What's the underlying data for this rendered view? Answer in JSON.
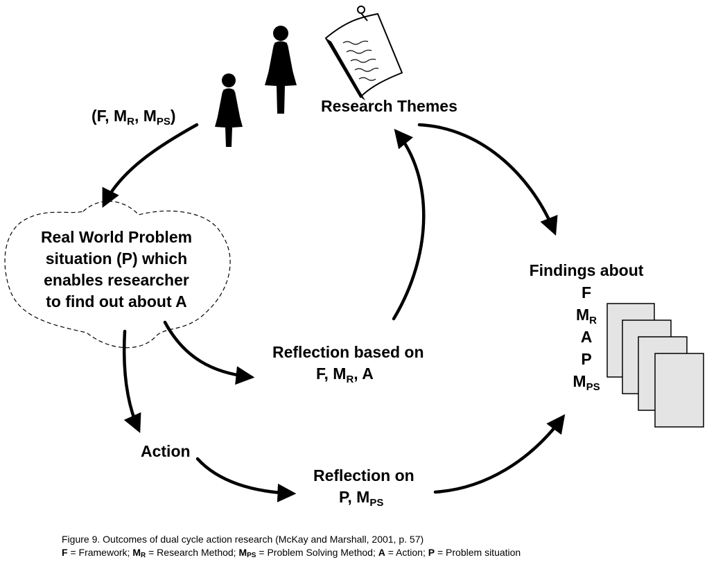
{
  "nodes": {
    "research_themes": "Research Themes",
    "inputs": {
      "open": "(F, M",
      "r": "R",
      "sep": ", M",
      "ps": "PS",
      "close": ")"
    },
    "problem_situation": [
      "Real World Problem",
      "situation (P) which",
      "enables researcher",
      "to find out about A"
    ],
    "action": "Action",
    "reflection_fma": {
      "line1": "Reflection based on",
      "f": "F, M",
      "r": "R",
      "a": ", A"
    },
    "reflection_p": {
      "line1": "Reflection on",
      "p": "P, M",
      "ps": "PS"
    },
    "findings": {
      "title": "Findings about",
      "f": "F",
      "m": "M",
      "r": "R",
      "a": "A",
      "p": "P",
      "mps": "M",
      "ps": "PS"
    }
  },
  "icons": [
    "female-figure-icon",
    "female-figure-icon",
    "paper-sheet-icon",
    "document-stack-icon"
  ],
  "caption": {
    "title": "Figure 9. Outcomes of dual cycle action research (McKay and Marshall, 2001, p. 57)",
    "f": "F",
    "f_def": " = Framework; ",
    "mr_m": "M",
    "mr_r": "R",
    "mr_def": " = Research Method; ",
    "mps_m": "M",
    "mps_ps": "PS",
    "mps_def": " = Problem Solving Method;  ",
    "a": "A",
    "a_def": " = Action; ",
    "p": "P",
    "p_def": " = Problem situation"
  }
}
